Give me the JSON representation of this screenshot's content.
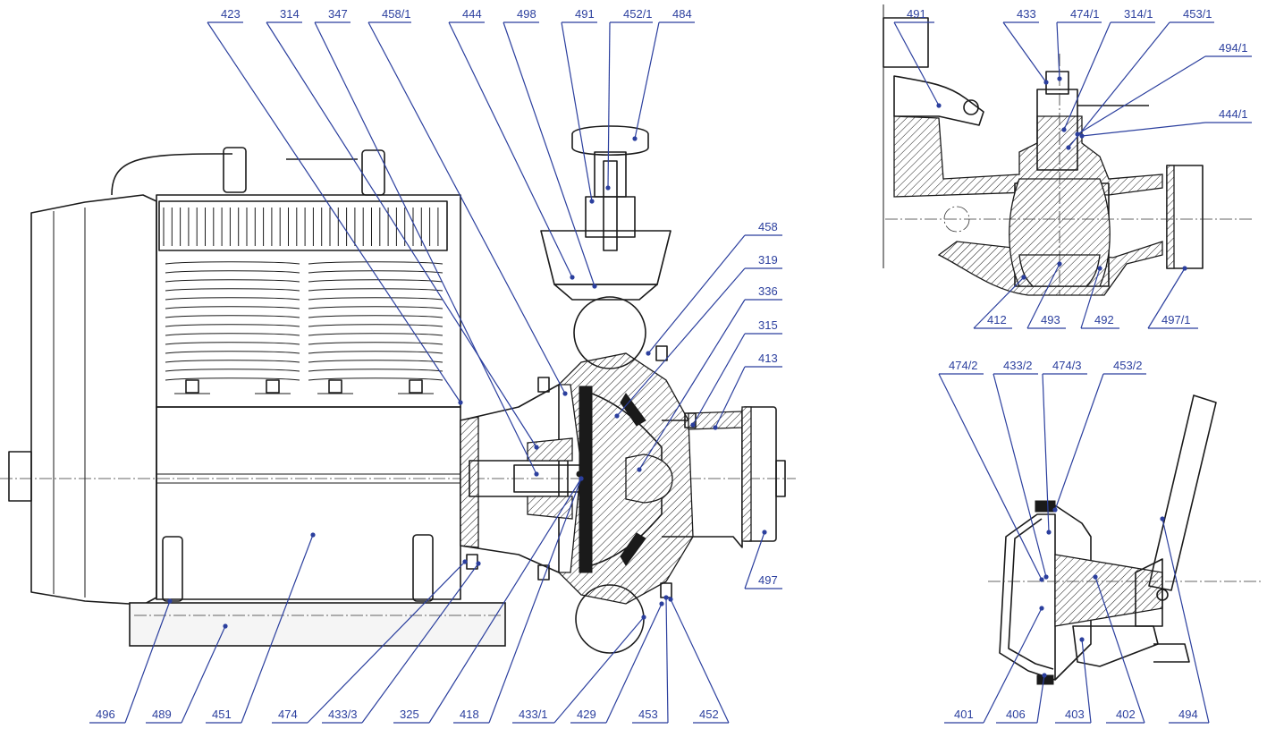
{
  "labels": {
    "top": [
      "423",
      "314",
      "347",
      "458/1",
      "444",
      "498",
      "491",
      "452/1",
      "484"
    ],
    "right_main": [
      "458",
      "319",
      "336",
      "315",
      "413",
      "497"
    ],
    "bottom": [
      "496",
      "489",
      "451",
      "474",
      "433/3",
      "325",
      "418",
      "433/1",
      "429",
      "453",
      "452"
    ],
    "valve_top": [
      "491",
      "433",
      "474/1",
      "314/1",
      "453/1",
      "494/1",
      "444/1"
    ],
    "valve_bottom": [
      "412",
      "493",
      "492",
      "497/1"
    ],
    "diaphragm_top": [
      "474/2",
      "433/2",
      "474/3",
      "453/2"
    ],
    "diaphragm_bottom": [
      "401",
      "406",
      "403",
      "402",
      "494"
    ]
  },
  "colors": {
    "line": "#1a1a1a",
    "label": "#2b3f9e"
  }
}
